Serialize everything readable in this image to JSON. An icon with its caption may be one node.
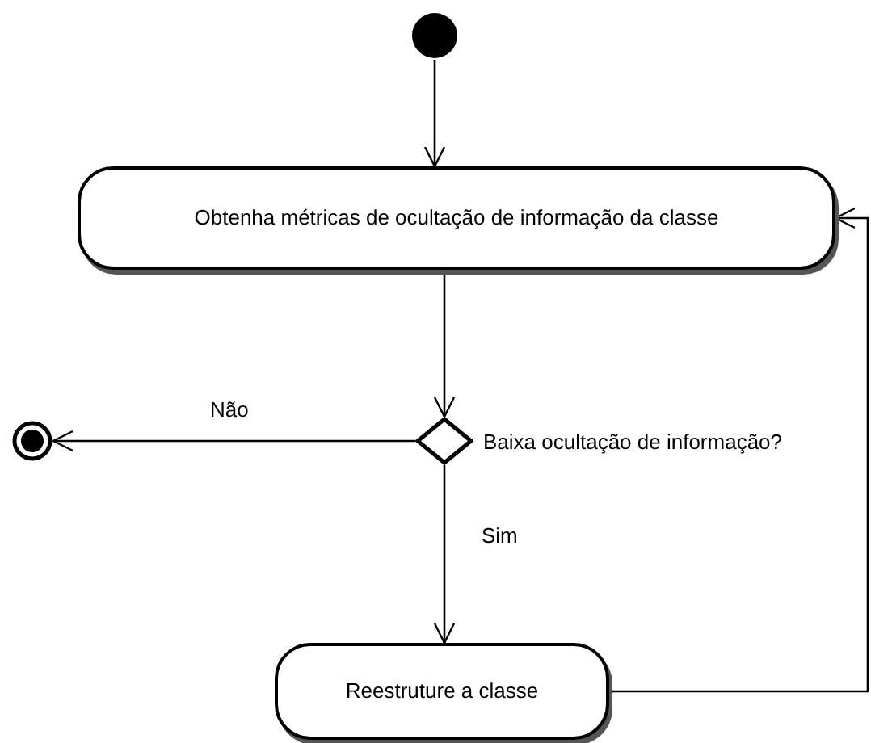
{
  "diagram": {
    "nodes": [
      {
        "text": [],
        "shape": "circle"
      },
      {
        "text": [
          "Obtenha métricas de ocultação de informação da classe"
        ]
      },
      {
        "text": [],
        "shape": "diamond",
        "beside": [
          "Baixa ocultação de informação?"
        ]
      },
      {
        "text": [],
        "shape": "circle"
      },
      {
        "text": [
          "Reestruture a classe"
        ]
      }
    ],
    "edges": [
      {
        "from": 0,
        "to": 1,
        "arrow": "to"
      },
      {
        "from": 1,
        "to": 2,
        "arrow": "to"
      },
      {
        "from": 2,
        "to": 3,
        "arrow": "to",
        "label": "Não"
      },
      {
        "from": 2,
        "to": 4,
        "arrow": "to",
        "label": "Sim"
      },
      {
        "from": 4,
        "to": 1,
        "arrow": "to"
      }
    ]
  }
}
